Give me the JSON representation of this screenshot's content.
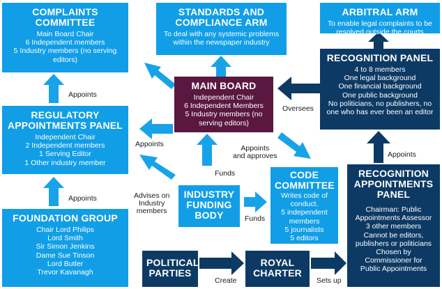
{
  "colors": {
    "blue_box": "#119ee6",
    "navy_box": "#0d3a64",
    "plum_box": "#5a1840",
    "blue_arrow": "#18a3e8",
    "navy_arrow": "#0d3a64"
  },
  "boxes": {
    "complaints": {
      "title": "COMPLAINTS\nCOMMITTEE",
      "lines": [
        "Main Board Chair",
        "6 Independent members",
        "5 Industry members (no serving",
        "editors)"
      ]
    },
    "standards": {
      "title": "STANDARDS AND\nCOMPLIANCE ARM",
      "lines": [
        "To deal with any systemic problems",
        "within the newspaper industry"
      ]
    },
    "arbitral": {
      "title": "ARBITRAL ARM",
      "lines": [
        "To enable legal complaints to be",
        "resolved outside the courts"
      ]
    },
    "recognition_panel": {
      "title": "RECOGNITION PANEL",
      "lines": [
        "4 to 8 members",
        "One legal background",
        "One financial background",
        "One public background",
        "No politicians, no publishers, no",
        "one who has ever been an editor"
      ]
    },
    "main_board": {
      "title": "MAIN BOARD",
      "lines": [
        "Independent Chair",
        "6 Independent Members",
        "5 Industry members (no",
        "serving editors)"
      ]
    },
    "regulatory": {
      "title": "REGULATORY\nAPPOINTMENTS PANEL",
      "lines": [
        "Independent Chair",
        "2 Independent members",
        "1 Serving Editor",
        "1 Other industry member"
      ]
    },
    "industry_funding": {
      "title": "INDUSTRY\nFUNDING\nBODY",
      "lines": []
    },
    "code_committee": {
      "title": "CODE\nCOMMITTEE",
      "lines": [
        "Writes code of",
        "conduct.",
        "5 independent",
        "members",
        "5 journalists",
        "5 editors"
      ]
    },
    "recognition_appointments": {
      "title": "RECOGNITION\nAPPOINTMENTS\nPANEL",
      "lines": [
        "Chairman: Public",
        "Appointments Assessor",
        "3 other members",
        "Cannot be editors,",
        "publishers or politicians",
        "Chosen by",
        "Commissioner for",
        "Public Appointments"
      ]
    },
    "foundation": {
      "title": "FOUNDATION GROUP",
      "lines": [
        "Chair Lord Philips",
        "Lord Smith",
        "Sir Simon Jenkins",
        "Dame Sue Tinson",
        "Lord Butler",
        "Trevor Kavanagh"
      ]
    },
    "political": {
      "title": "POLITICAL\nPARTIES",
      "lines": []
    },
    "royal_charter": {
      "title": "ROYAL\nCHARTER",
      "lines": []
    }
  },
  "labels": {
    "appoints_1": "Appoints",
    "appoints_2": "Appoints",
    "appoints_3": "Appoints",
    "appoints_4": "Appoints",
    "oversees": "Oversees",
    "appoints_approves": "Appoints\nand approves",
    "funds_1": "Funds",
    "funds_2": "Funds",
    "advises": "Advises on\nIndustry\nmembers",
    "create": "Create",
    "sets_up": "Sets up"
  }
}
